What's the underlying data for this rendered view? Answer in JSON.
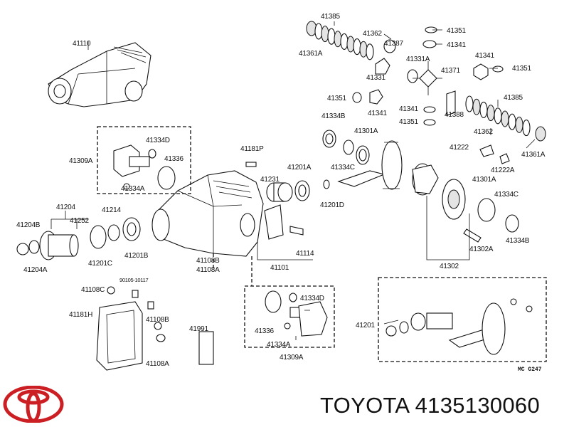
{
  "brand": {
    "name": "TOYOTA",
    "part_number": "4135130060"
  },
  "diagram_code": "MC  G247",
  "labels": {
    "l41110": "41110",
    "l41385_top": "41385",
    "l41362_top": "41362",
    "l41387": "41387",
    "l41351_a": "41351",
    "l41341_a": "41341",
    "l41361a_top": "41361A",
    "l41331": "41331",
    "l41331a": "41331A",
    "l41371": "41371",
    "l41341_b": "41341",
    "l41351_b": "41351",
    "l41385_r": "41385",
    "l41351_c": "41351",
    "l41341_c": "41341",
    "l41341_d": "41341",
    "l41351_d": "41351",
    "l41388": "41388",
    "l41362_r": "41362",
    "l41361a_r": "41361A",
    "l41334b_top": "41334B",
    "l41301a_top": "41301A",
    "l41222": "41222",
    "l41222a": "41222A",
    "l41334d_top": "41334D",
    "l41336_top": "41336",
    "l41309a_top": "41309A",
    "l41334a_top": "41334A",
    "l41181p": "41181P",
    "l41201a": "41201A",
    "l41334c_top": "41334C",
    "l41231": "41231",
    "l41201d": "41201D",
    "l41301a_r": "41301A",
    "l41334c_r": "41334C",
    "l41204": "41204",
    "l41252": "41252",
    "l41214": "41214",
    "l41204b": "41204B",
    "l41204a": "41204A",
    "l41201c": "41201C",
    "l41201b": "41201B",
    "l41302a": "41302A",
    "l41334b_r": "41334B",
    "l41114": "41114",
    "l41101": "41101",
    "l41302": "41302",
    "l41108b_mid": "41108B",
    "l41108a_mid": "41108A",
    "l90105": "90105-10117",
    "l41108c": "41108C",
    "l41181h": "41181H",
    "l41108b_low": "41108B",
    "l41108a_low": "41108A",
    "l41991": "41991",
    "l41334d_low": "41334D",
    "l41336_low": "41336",
    "l41334a_low": "41334A",
    "l41309a_low": "41309A",
    "l41201": "41201"
  },
  "colors": {
    "ink": "#111111",
    "logo_red": "#cc1f24",
    "background": "#ffffff"
  }
}
